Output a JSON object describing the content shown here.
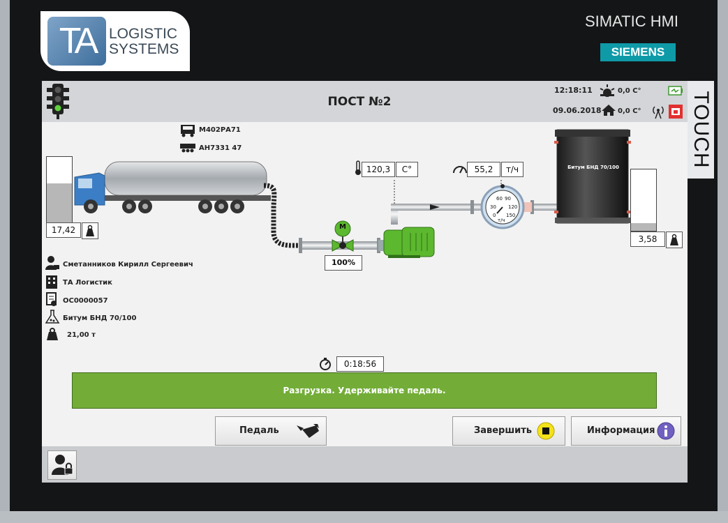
{
  "brand": {
    "logo_mark": "TA",
    "logo_line1": "LOGISTIC",
    "logo_line2": "SYSTEMS",
    "hmi": "SIMATIC HMI",
    "siemens": "SIEMENS",
    "touch": "TOUCH"
  },
  "header": {
    "title": "ПОСТ №2",
    "time": "12:18:11",
    "date": "09.06.2018",
    "temp_outside": "0,0 C°",
    "temp_inside": "0,0 C°"
  },
  "vehicle": {
    "truck_plate": "М402РА71",
    "trailer_plate": "АН7331 47"
  },
  "source_tank": {
    "weight": "17,42",
    "level": 0.6
  },
  "temperature": {
    "value": "120,3",
    "unit": "C°"
  },
  "flow": {
    "value": "55,2",
    "unit": "т/ч"
  },
  "valve": {
    "motor_label": "M",
    "opening": "100%"
  },
  "meter": {
    "label": "т/ч",
    "t0": "0",
    "t30": "30",
    "t60": "60",
    "t90": "90",
    "t120": "120",
    "t150": "150"
  },
  "target_tank": {
    "label": "Битум БНД 70/100",
    "weight": "3,58",
    "level": 0.12
  },
  "info": {
    "driver": "Сметанников Кирилл Сергеевич",
    "company": "ТА Логистик",
    "document": "ОС0000057",
    "product": "Битум БНД 70/100",
    "mass": "21,00 т"
  },
  "timer": {
    "elapsed": "0:18:56"
  },
  "status": {
    "message": "Разгрузка. Удерживайте педаль."
  },
  "buttons": {
    "pedal": "Педаль",
    "finish": "Завершить",
    "info": "Информация"
  },
  "colors": {
    "status_green": "#73ad38",
    "motor_green": "#5cb82e",
    "finish_yellow": "#f3e21a",
    "info_purple": "#7060c0"
  },
  "icons": {
    "traffic_light": "traffic-light-icon",
    "user_lock": "user-lock-icon"
  }
}
